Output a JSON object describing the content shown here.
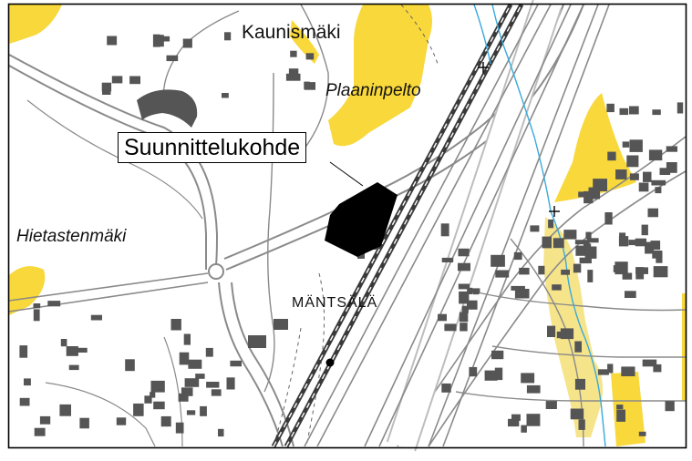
{
  "map": {
    "labels": {
      "kaunismaki": "Kaunismäki",
      "plaaninpelto": "Plaaninpelto",
      "hietastenmaki": "Hietastenmäki",
      "mantsala": "MÄNTSÄLÄ",
      "callout": "Suunnittelukohde"
    },
    "colors": {
      "field_yellow": "#f8d83a",
      "field_light_yellow": "#f6e48a",
      "building": "#555555",
      "road_edge": "#8a8a8a",
      "railway": "#3a3a3a",
      "stream": "#39a9dc",
      "site": "#000000"
    },
    "icons": [
      "roundabout-icon",
      "station-marker-icon",
      "crossing-marker-icon"
    ]
  }
}
